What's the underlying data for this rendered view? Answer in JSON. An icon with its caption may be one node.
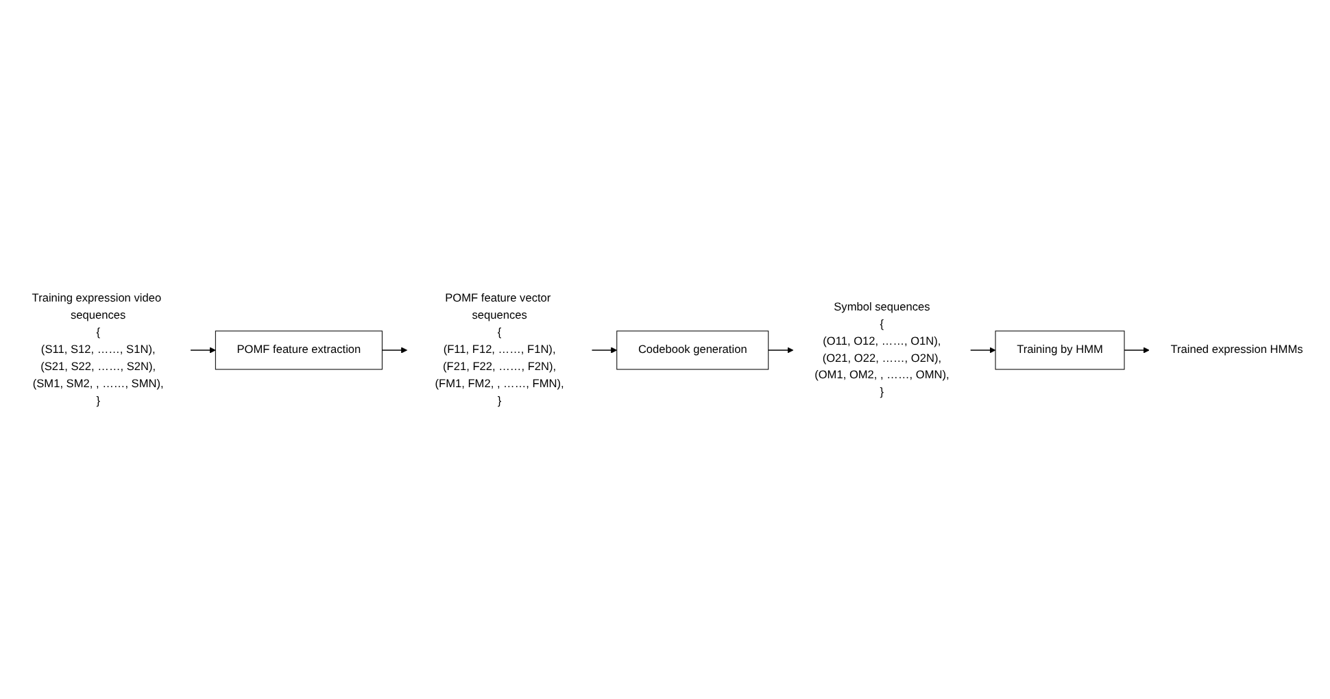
{
  "diagram": {
    "nodes": [
      {
        "text": [
          "Training expression video sequences",
          "{",
          "(S11, S12, ……, S1N),",
          "(S21, S22, ……, S2N),",
          "(SM1, SM2, , ……, SMN),",
          "}"
        ]
      },
      {
        "text": [
          "POMF feature extraction"
        ]
      },
      {
        "text": [
          "POMF feature vector sequences",
          "{",
          "(F11, F12, ……, F1N),",
          "(F21, F22, ……, F2N),",
          "(FM1, FM2, , ……, FMN),",
          "}"
        ]
      },
      {
        "text": [
          "Codebook generation"
        ]
      },
      {
        "text": [
          "Symbol sequences",
          "{",
          "(O11, O12, ……, O1N),",
          "(O21, O22, ……, O2N),",
          "(OM1, OM2, , ……, OMN),",
          "}"
        ]
      },
      {
        "text": [
          "Training by HMM"
        ]
      },
      {
        "text": [
          "Trained expression HMMs"
        ]
      }
    ],
    "edges": [
      {
        "from": 0,
        "to": 1,
        "arrow": "to"
      },
      {
        "from": 1,
        "to": 2,
        "arrow": "to"
      },
      {
        "from": 2,
        "to": 3,
        "arrow": "to"
      },
      {
        "from": 3,
        "to": 4,
        "arrow": "to"
      },
      {
        "from": 4,
        "to": 5,
        "arrow": "to"
      },
      {
        "from": 5,
        "to": 6,
        "arrow": "to"
      }
    ]
  }
}
